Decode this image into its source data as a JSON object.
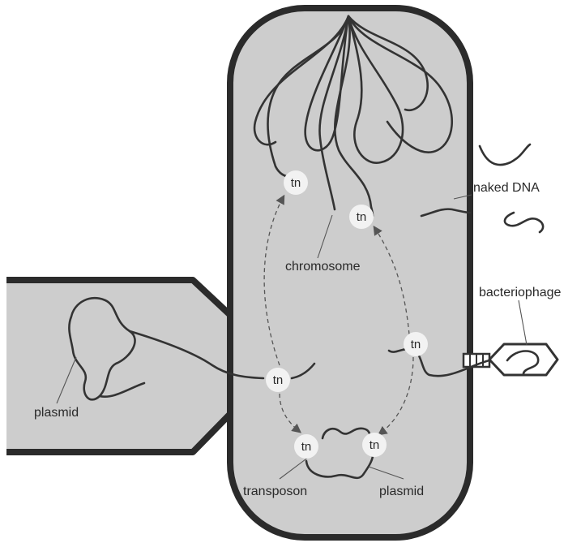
{
  "labels": {
    "chromosome": "chromosome",
    "naked_dna": "naked DNA",
    "bacteriophage": "bacteriophage",
    "plasmid_left": "plasmid",
    "transposon": "transposon",
    "plasmid_inner": "plasmid",
    "tn": "tn"
  },
  "colors": {
    "cell_fill": "#cdcdcd",
    "cell_outline": "#2b2b2b",
    "dna_strand": "#333333",
    "tn_marker": "#f2f2f2"
  }
}
